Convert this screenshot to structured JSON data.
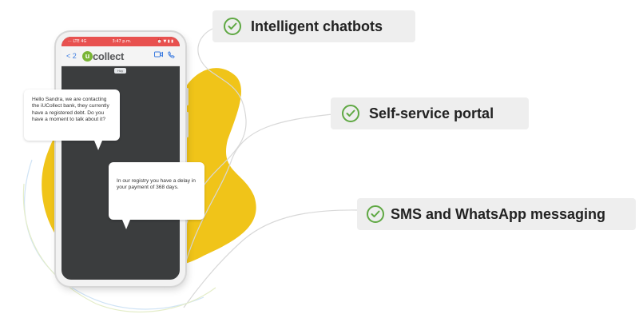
{
  "phone": {
    "status_left": "··· LTE 4G",
    "status_time": "3:47 p.m.",
    "status_right": "⏰ ▼ ▮ ▮",
    "back_label": "< 2",
    "brand_initial": "u",
    "brand_name": "collect",
    "day_label": "Hoy",
    "icons": [
      "video-call-icon",
      "phone-call-icon"
    ]
  },
  "messages": [
    {
      "text": "Hello Sandra, we are contacting the iUCollect bank, they currently have a registered debt. Do you have a moment to talk about it?"
    },
    {
      "text": "In our registry you have a delay in your payment of 368 days."
    }
  ],
  "features": [
    {
      "label": "Intelligent chatbots",
      "icon": "check-circle-icon"
    },
    {
      "label": "Self-service portal",
      "icon": "check-circle-icon"
    },
    {
      "label": "SMS and WhatsApp messaging",
      "icon": "check-circle-icon"
    }
  ],
  "colors": {
    "blob_yellow": "#f0c419",
    "check_green": "#5fa843",
    "brand_green": "#7ab536",
    "status_red": "#e8514f",
    "screen_dark": "#3b3d3e",
    "pill_bg": "#eeeeee"
  }
}
